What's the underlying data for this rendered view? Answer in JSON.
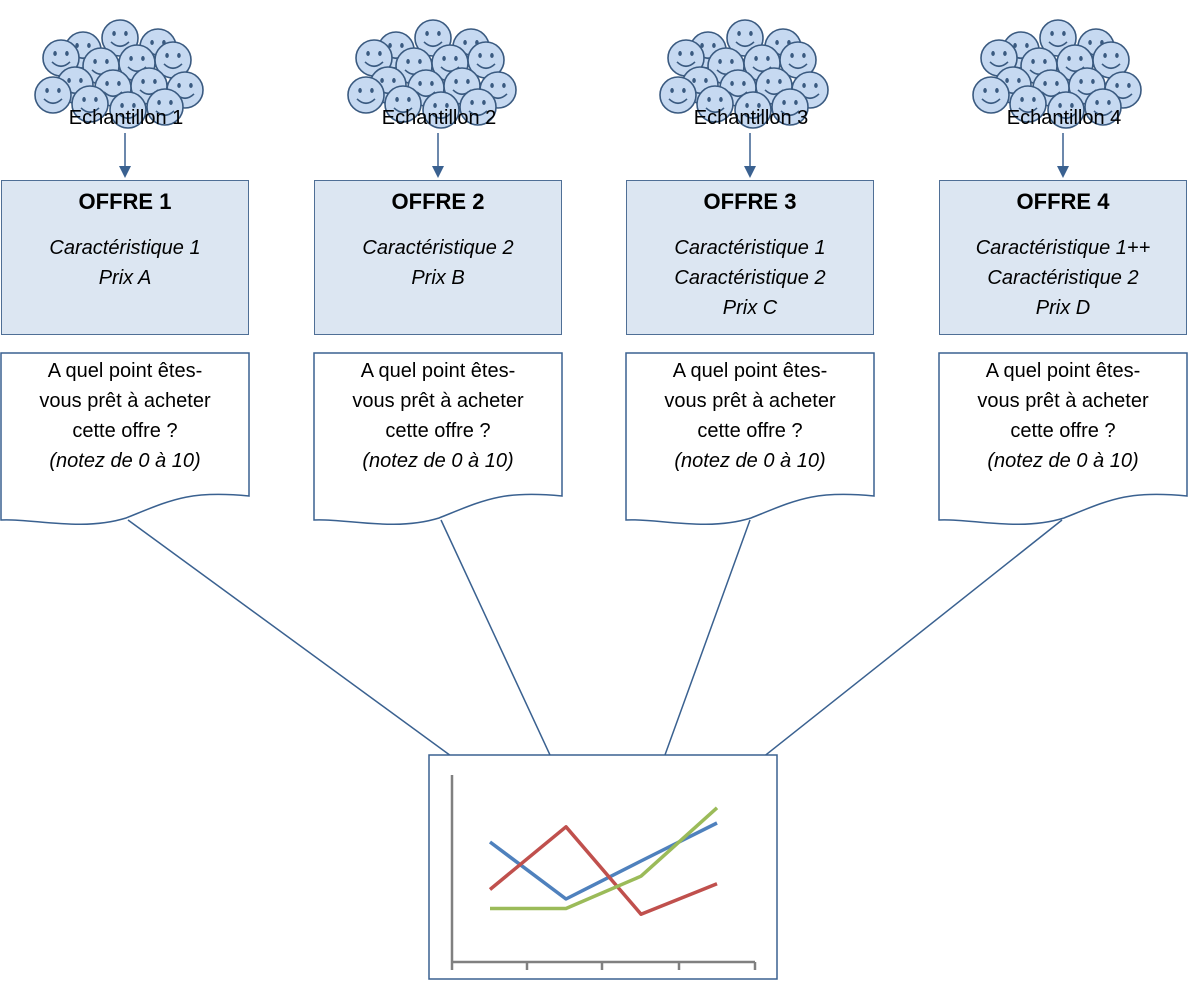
{
  "columns": [
    {
      "sample_label": "Echantillon 1",
      "offer_title": "OFFRE 1",
      "offer_lines": [
        "Caractéristique 1",
        "Prix A"
      ],
      "question_lines": [
        "A quel point êtes-",
        "vous prêt à acheter",
        "cette offre ?"
      ],
      "question_note": "(notez de 0 à 10)"
    },
    {
      "sample_label": "Echantillon 2",
      "offer_title": "OFFRE 2",
      "offer_lines": [
        "Caractéristique 2",
        "Prix B"
      ],
      "question_lines": [
        "A quel point êtes-",
        "vous prêt à acheter",
        "cette offre ?"
      ],
      "question_note": "(notez de 0 à 10)"
    },
    {
      "sample_label": "Echantillon 3",
      "offer_title": "OFFRE 3",
      "offer_lines": [
        "Caractéristique 1",
        "Caractéristique 2",
        "Prix C"
      ],
      "question_lines": [
        "A quel point êtes-",
        "vous prêt à acheter",
        "cette offre ?"
      ],
      "question_note": "(notez de 0 à 10)"
    },
    {
      "sample_label": "Echantillon 4",
      "offer_title": "OFFRE 4",
      "offer_lines": [
        "Caractéristique 1++",
        "Caractéristique 2",
        "Prix D"
      ],
      "question_lines": [
        "A quel point êtes-",
        "vous prêt à acheter",
        "cette offre ?"
      ],
      "question_note": "(notez de 0 à 10)"
    }
  ],
  "icons": {
    "sample_crowd": "smiley-crowd-icon"
  },
  "colors": {
    "box_fill": "#dce6f2",
    "box_border": "#4f6f96",
    "arrow": "#3a6190",
    "smiley_fill": "#c6d9f1",
    "series_blue": "#4f81bd",
    "series_red": "#c0504d",
    "series_green": "#9bbb59",
    "axis": "#808080"
  },
  "mini_chart": {
    "series": [
      {
        "values": [
          6,
          3,
          5,
          7
        ],
        "color": "#4f81bd"
      },
      {
        "values": [
          3.5,
          6.8,
          2.2,
          3.8
        ],
        "color": "#c0504d"
      },
      {
        "values": [
          2.5,
          2.5,
          4.2,
          7.8
        ],
        "color": "#9bbb59"
      }
    ],
    "ylim": [
      0,
      10
    ]
  }
}
